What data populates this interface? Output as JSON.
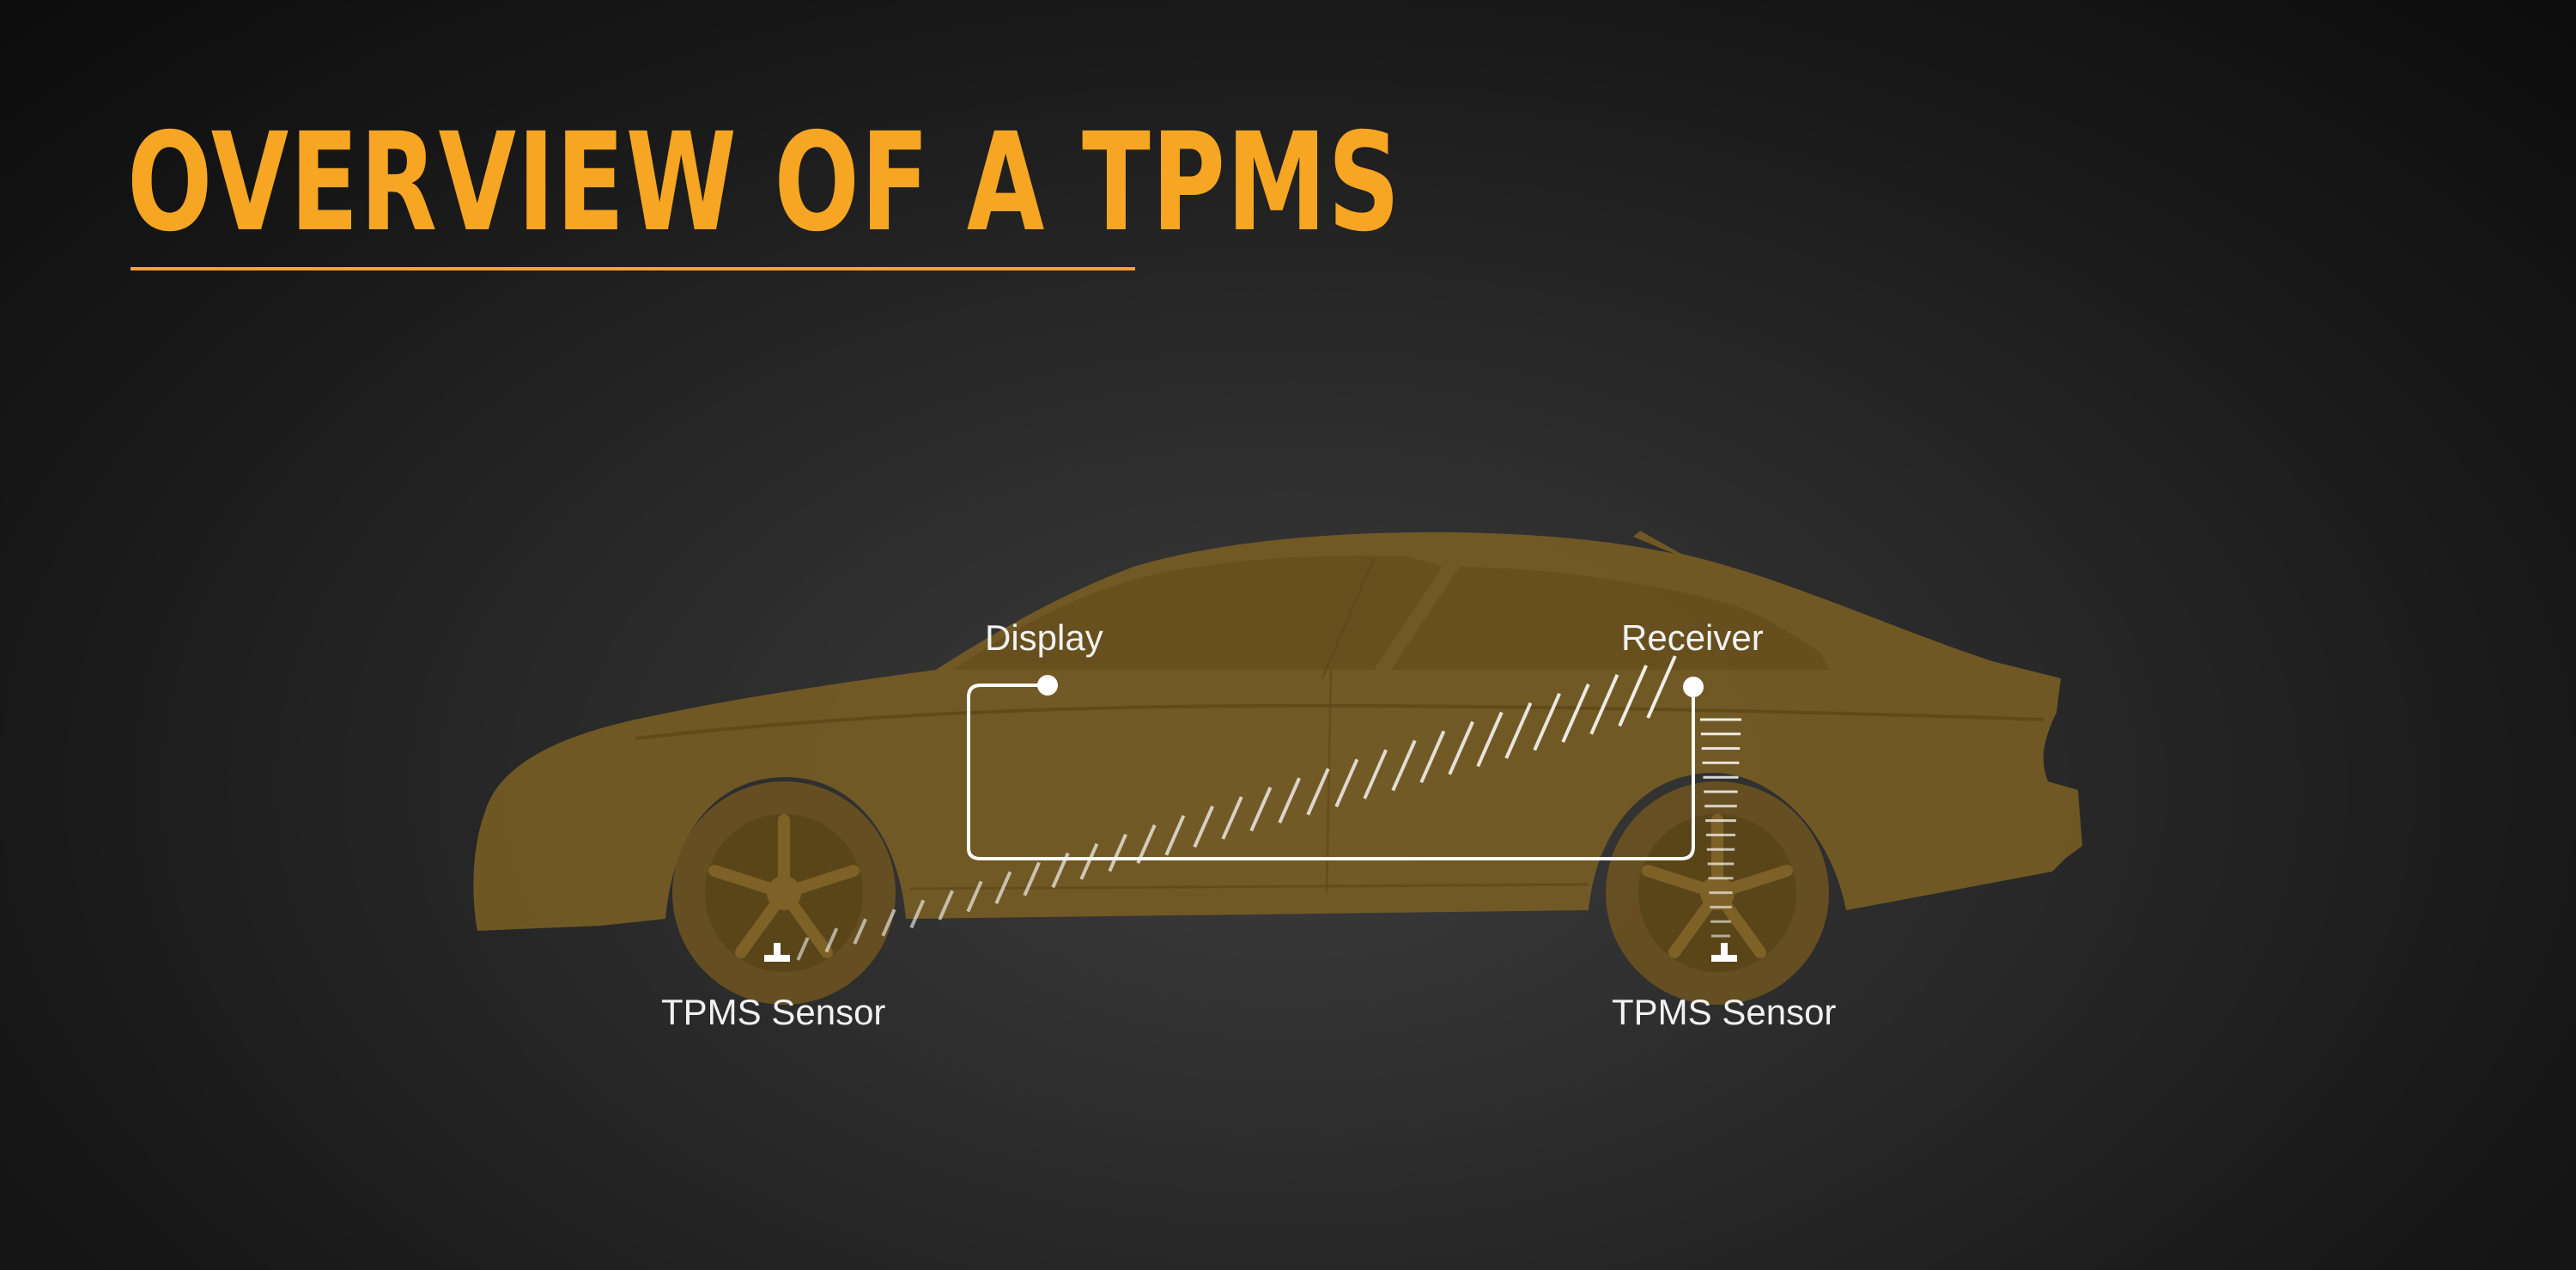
{
  "slide": {
    "title": "OVERVIEW OF A TPMS"
  },
  "diagram": {
    "labels": {
      "display": "Display",
      "receiver": "Receiver",
      "sensor_front": "TPMS Sensor",
      "sensor_rear": "TPMS Sensor"
    }
  },
  "colors": {
    "title": "#f6a623",
    "car_body": "#7a5e24",
    "lines": "#ffffff",
    "background": "#1e1e1e"
  }
}
